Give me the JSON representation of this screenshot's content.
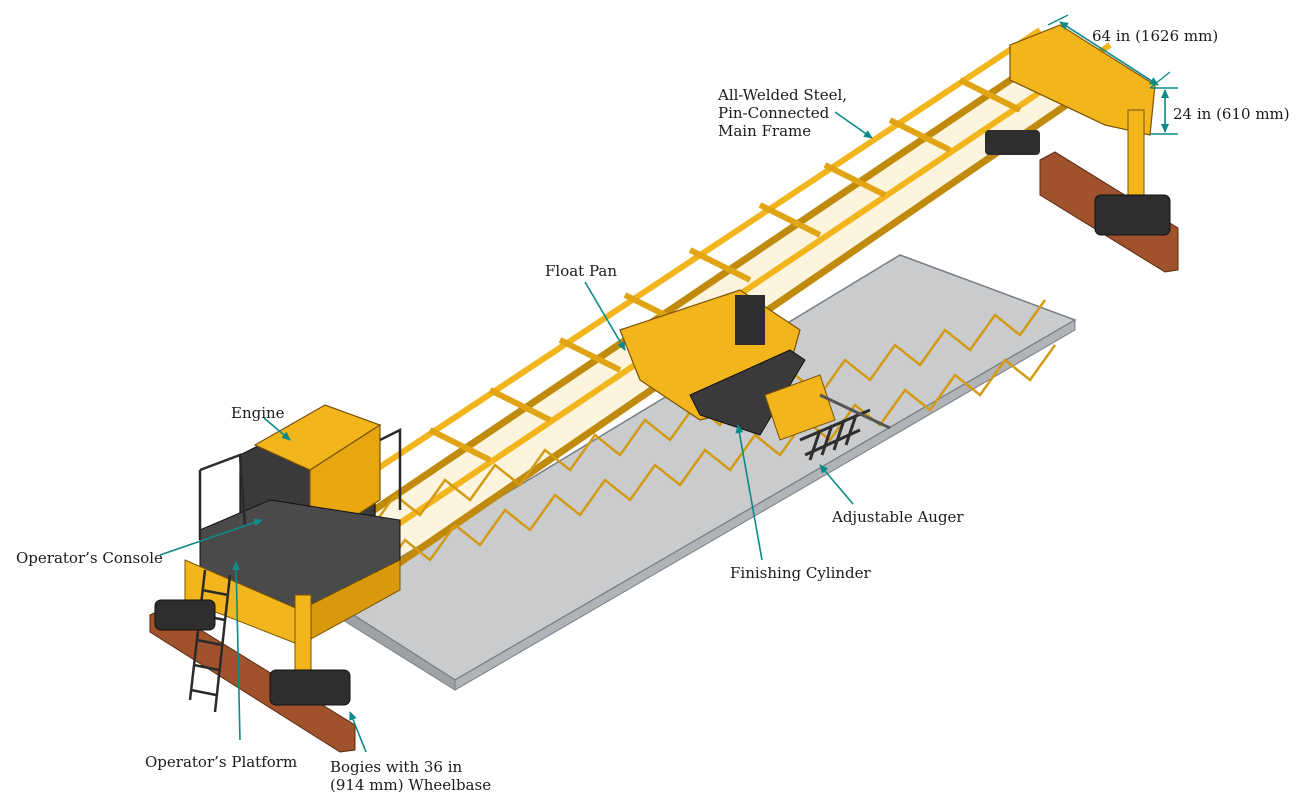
{
  "labels": {
    "dim_width": "64 in (1626 mm)",
    "dim_height": "24 in (610 mm)",
    "main_frame": "All-Welded Steel,\nPin-Connected\nMain Frame",
    "float_pan": "Float Pan",
    "engine": "Engine",
    "operators_console": "Operator’s Console",
    "adjustable_auger": "Adjustable Auger",
    "finishing_cylinder": "Finishing Cylinder",
    "operators_platform": "Operator’s Platform",
    "bogies": "Bogies with 36 in\n(914 mm) Wheelbase"
  },
  "colors": {
    "frame_yellow": "#f2b51c",
    "frame_dark": "#9a6a08",
    "slab": "#c9cbcd",
    "slab_edge": "#9ea2a6",
    "rail": "#a0522d",
    "engine_body": "#3a3a3a",
    "leader": "#0c8a8a"
  }
}
